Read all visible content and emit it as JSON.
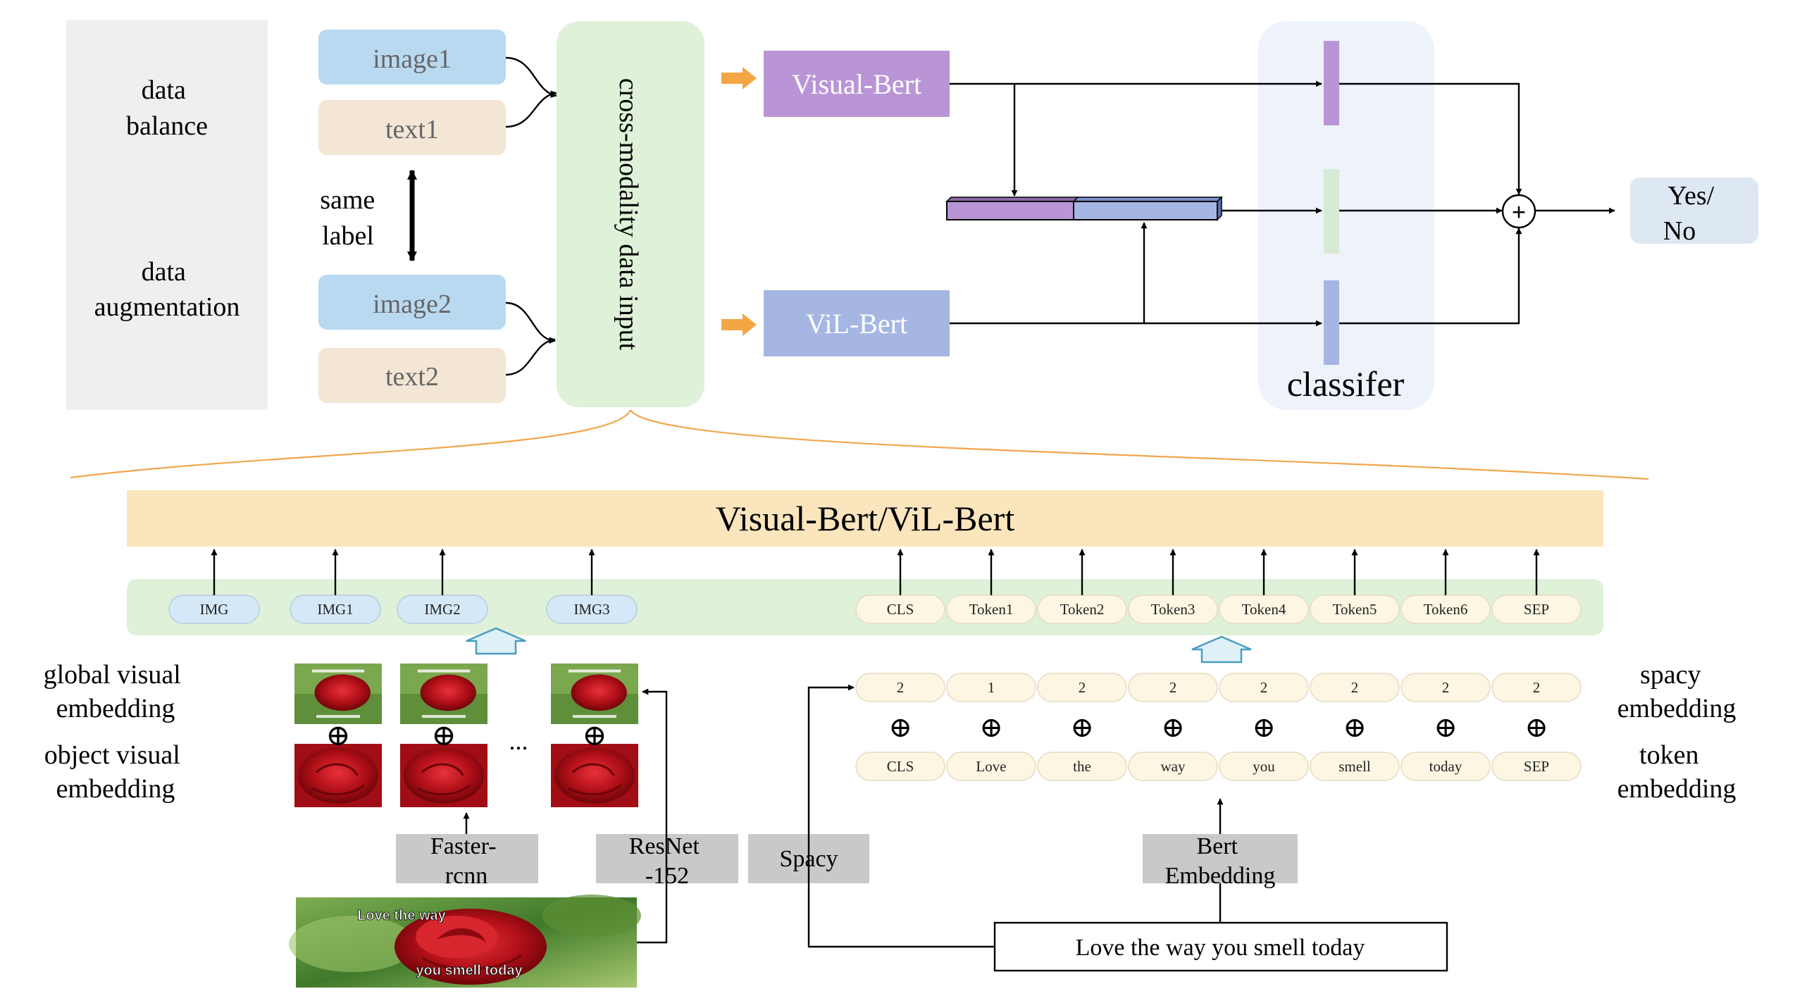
{
  "top": {
    "left_panel": {
      "data_balance": [
        "data",
        "balance"
      ],
      "data_augmentation": [
        "data",
        "augmentation"
      ],
      "same_label": [
        "same",
        "label"
      ]
    },
    "inputs": [
      "image1",
      "text1",
      "image2",
      "text2"
    ],
    "cross_modality": "cross-modality data input",
    "visual_bert": "Visual-Bert",
    "vil_bert": "ViL-Bert",
    "classifier": "classifer",
    "output": [
      "Yes/",
      "No"
    ],
    "plus_symbol": "+"
  },
  "bottom": {
    "banner": "Visual-Bert/ViL-Bert",
    "image_tokens": [
      "IMG",
      "IMG1",
      "IMG2",
      "IMG3"
    ],
    "text_tokens": [
      "CLS",
      "Token1",
      "Token2",
      "Token3",
      "Token4",
      "Token5",
      "Token6",
      "SEP"
    ],
    "spacy_values": [
      "2",
      "1",
      "2",
      "2",
      "2",
      "2",
      "2",
      "2"
    ],
    "words": [
      "CLS",
      "Love",
      "the",
      "way",
      "you",
      "smell",
      "today",
      "SEP"
    ],
    "oplus": "⊕",
    "ellipsis": "...",
    "labels": {
      "global_visual": [
        "global visual",
        "embedding"
      ],
      "object_visual": [
        "object visual",
        "embedding"
      ],
      "spacy_embedding": [
        "spacy",
        "embedding"
      ],
      "token_embedding": [
        "token",
        "embedding"
      ]
    },
    "processors": {
      "faster_rcnn": [
        "Faster-",
        "rcnn"
      ],
      "resnet": [
        "ResNet",
        "-152"
      ],
      "spacy": "Spacy",
      "bert_embedding": [
        "Bert",
        "Embedding"
      ]
    },
    "sentence": "Love the way you smell today",
    "meme_text": [
      "Love the way",
      "you smell today"
    ]
  },
  "colors": {
    "image_box": "#b9d9f1",
    "text_box": "#f3e6d4",
    "cross_modality": "#dff1d8",
    "visual_bert": "#b995d6",
    "vil_bert": "#a6b6e3",
    "classifier_bg": "#eef2fa",
    "output_box": "#dde8f3",
    "banner": "#fae5bd",
    "token_strip": "#dff1d8",
    "img_pill": "#d5e8f8",
    "txt_pill": "#fdf6e3",
    "processor": "#c7c9cb",
    "orange_arrow": "#f4a645",
    "orange_line": "#f2a64c",
    "rose": "#c8141c",
    "leaf": "#4f8a2e"
  }
}
